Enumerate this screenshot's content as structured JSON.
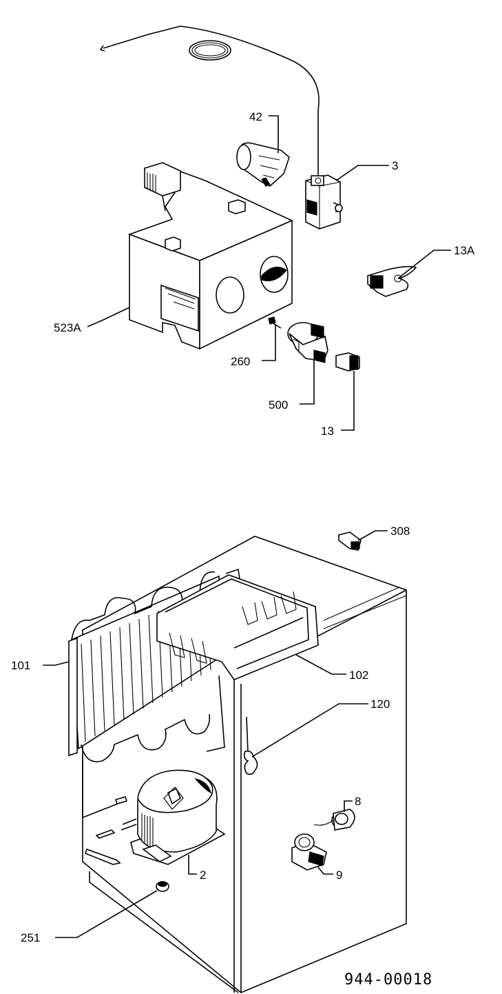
{
  "document_code": "944-00018",
  "callouts": [
    {
      "id": "42",
      "label": "42"
    },
    {
      "id": "3",
      "label": "3"
    },
    {
      "id": "13A",
      "label": "13A"
    },
    {
      "id": "523A",
      "label": "523A"
    },
    {
      "id": "260",
      "label": "260"
    },
    {
      "id": "500",
      "label": "500"
    },
    {
      "id": "13",
      "label": "13"
    },
    {
      "id": "308",
      "label": "308"
    },
    {
      "id": "101",
      "label": "101"
    },
    {
      "id": "102",
      "label": "102"
    },
    {
      "id": "120",
      "label": "120"
    },
    {
      "id": "8",
      "label": "8"
    },
    {
      "id": "2",
      "label": "2"
    },
    {
      "id": "9",
      "label": "9"
    },
    {
      "id": "251",
      "label": "251"
    }
  ]
}
